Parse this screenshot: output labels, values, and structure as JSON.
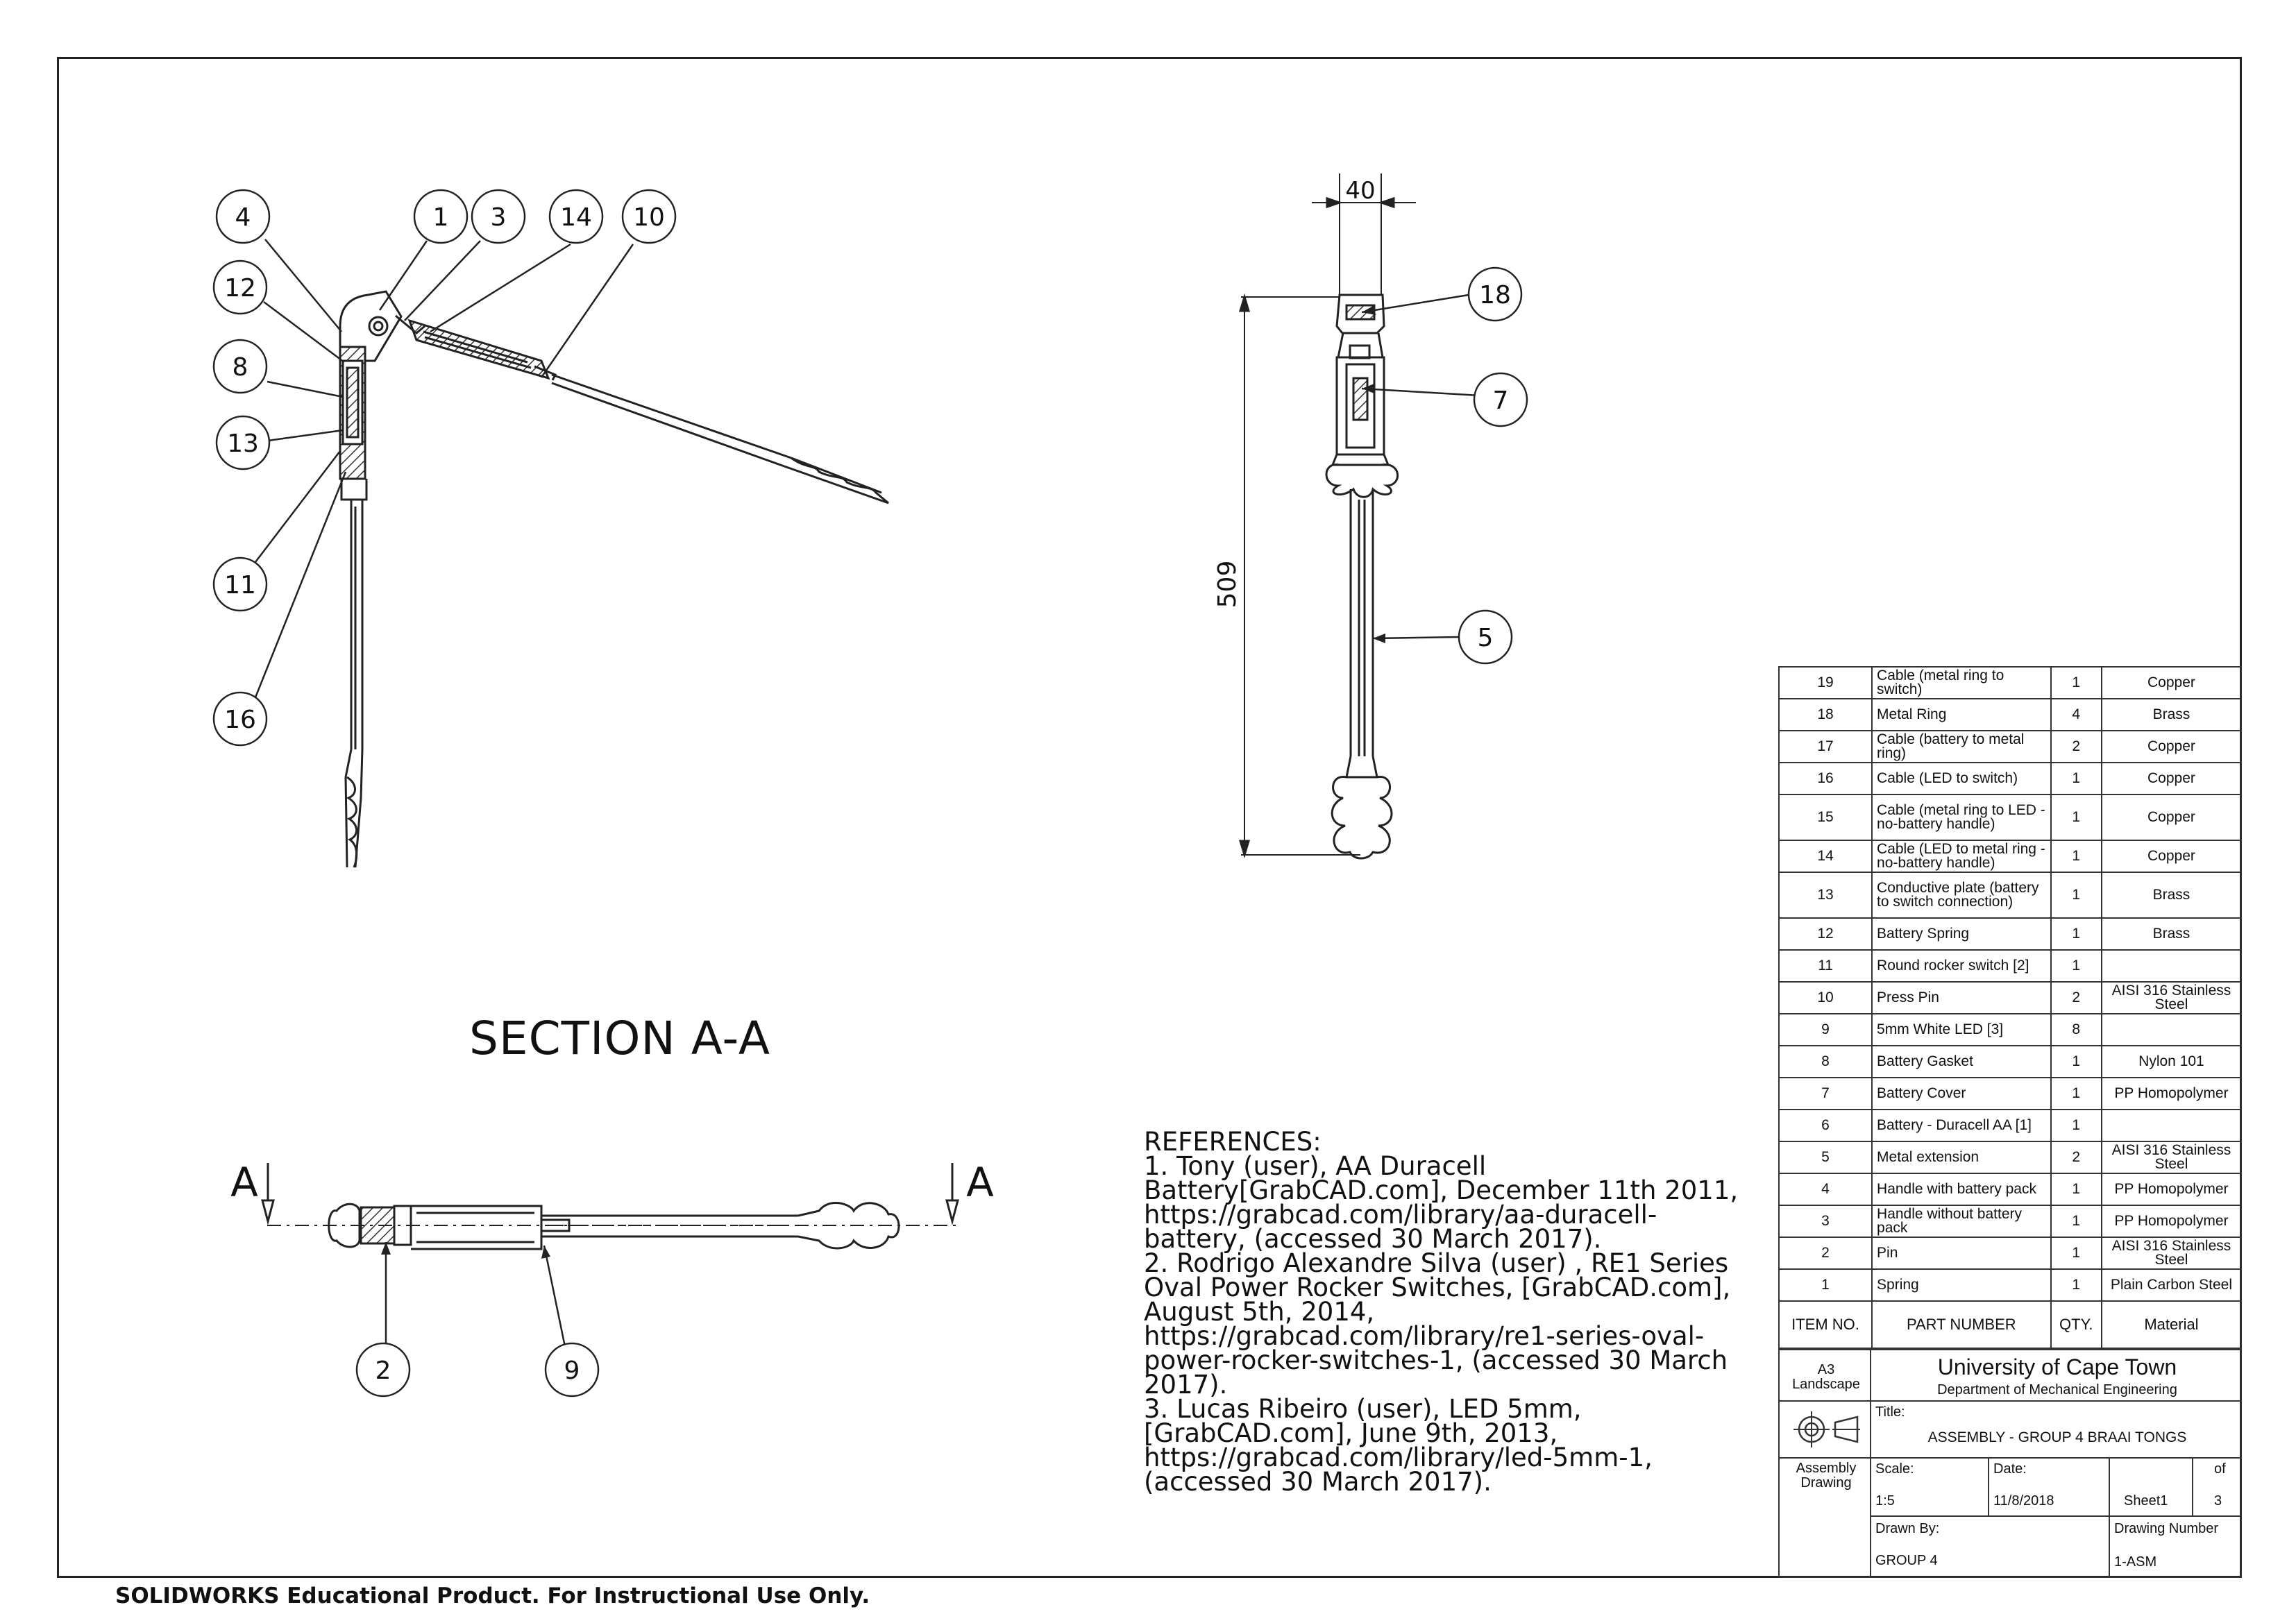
{
  "balloons": {
    "b4": "4",
    "b1": "1",
    "b3": "3",
    "b14": "14",
    "b10": "10",
    "b12": "12",
    "b8": "8",
    "b13": "13",
    "b11": "11",
    "b16": "16",
    "b18": "18",
    "b7": "7",
    "b5": "5",
    "b2": "2",
    "b9": "9"
  },
  "dimensions": {
    "width": "40",
    "length": "509"
  },
  "section": {
    "title": "SECTION A-A",
    "marker": "A"
  },
  "references": {
    "heading": "REFERENCES:",
    "items": [
      "1. Tony (user), AA Duracell Battery[GrabCAD.com], December 11th 2011, https://grabcad.com/library/aa-duracell-battery,  (accessed 30 March 2017).",
      "2. Rodrigo Alexandre Silva (user) , RE1 Series Oval Power Rocker Switches, [GrabCAD.com], August 5th, 2014, https://grabcad.com/library/re1-series-oval-power-rocker-switches-1,  (accessed 30 March 2017).",
      "3. Lucas Ribeiro (user), LED 5mm, [GrabCAD.com], June 9th, 2013, https://grabcad.com/library/led-5mm-1, (accessed 30 March 2017)."
    ]
  },
  "bom": {
    "rows": [
      {
        "no": "19",
        "part": "Cable (metal ring to switch)",
        "qty": "1",
        "material": "Copper"
      },
      {
        "no": "18",
        "part": "Metal Ring",
        "qty": "4",
        "material": "Brass"
      },
      {
        "no": "17",
        "part": "Cable (battery to metal ring)",
        "qty": "2",
        "material": "Copper"
      },
      {
        "no": "16",
        "part": "Cable (LED to switch)",
        "qty": "1",
        "material": "Copper"
      },
      {
        "no": "15",
        "part": "Cable (metal ring to LED - no-battery handle)",
        "qty": "1",
        "material": "Copper"
      },
      {
        "no": "14",
        "part": "Cable (LED to metal ring - no-battery handle)",
        "qty": "1",
        "material": "Copper"
      },
      {
        "no": "13",
        "part": "Conductive plate (battery to switch connection)",
        "qty": "1",
        "material": "Brass"
      },
      {
        "no": "12",
        "part": "Battery Spring",
        "qty": "1",
        "material": "Brass"
      },
      {
        "no": "11",
        "part": "Round rocker switch [2]",
        "qty": "1",
        "material": ""
      },
      {
        "no": "10",
        "part": "Press Pin",
        "qty": "2",
        "material": "AISI 316 Stainless Steel"
      },
      {
        "no": "9",
        "part": "5mm White LED [3]",
        "qty": "8",
        "material": ""
      },
      {
        "no": "8",
        "part": "Battery Gasket",
        "qty": "1",
        "material": "Nylon 101"
      },
      {
        "no": "7",
        "part": "Battery Cover",
        "qty": "1",
        "material": "PP Homopolymer"
      },
      {
        "no": "6",
        "part": "Battery - Duracell AA [1]",
        "qty": "1",
        "material": ""
      },
      {
        "no": "5",
        "part": "Metal extension",
        "qty": "2",
        "material": "AISI 316 Stainless Steel"
      },
      {
        "no": "4",
        "part": "Handle with battery pack",
        "qty": "1",
        "material": "PP Homopolymer"
      },
      {
        "no": "3",
        "part": "Handle without battery pack",
        "qty": "1",
        "material": "PP Homopolymer"
      },
      {
        "no": "2",
        "part": "Pin",
        "qty": "1",
        "material": "AISI 316 Stainless Steel"
      },
      {
        "no": "1",
        "part": "Spring",
        "qty": "1",
        "material": "Plain Carbon Steel"
      }
    ],
    "headers": {
      "no": "ITEM NO.",
      "part": "PART NUMBER",
      "qty": "QTY.",
      "material": "Material"
    }
  },
  "title_block": {
    "size": "A3 Landscape",
    "university": "University of Cape Town",
    "department": "Department of Mechanical Engineering",
    "title_label": "Title:",
    "title": "ASSEMBLY - GROUP 4 BRAAI TONGS",
    "drawing_type": "Assembly Drawing",
    "scale_label": "Scale:",
    "scale": "1:5",
    "date_label": "Date:",
    "date": "11/8/2018",
    "sheet": "Sheet1",
    "of_label": "of",
    "of": "3",
    "drawn_by_label": "Drawn By:",
    "drawn_by": "GROUP 4",
    "drawing_number_label": "Drawing Number",
    "drawing_number": "1-ASM"
  },
  "footer": "SOLIDWORKS Educational Product. For Instructional Use Only."
}
